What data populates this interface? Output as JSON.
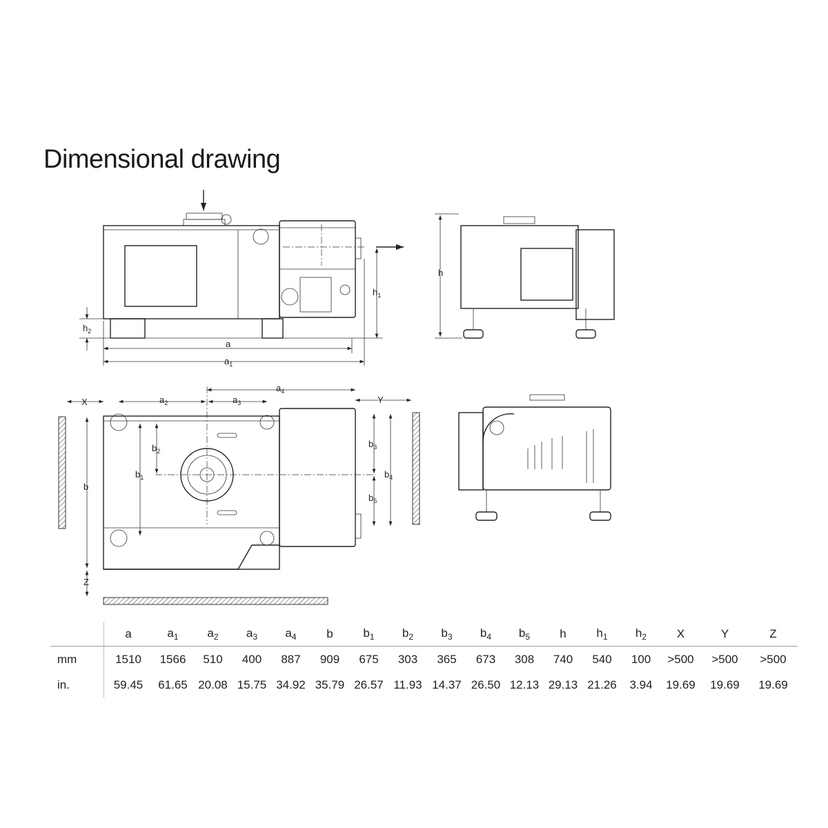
{
  "title": "Dimensional drawing",
  "drawing": {
    "a": {
      "base": "a",
      "sub": ""
    },
    "a1": {
      "base": "a",
      "sub": "1"
    },
    "a2": {
      "base": "a",
      "sub": "2"
    },
    "a3": {
      "base": "a",
      "sub": "3"
    },
    "a4": {
      "base": "a",
      "sub": "4"
    },
    "b": {
      "base": "b",
      "sub": ""
    },
    "b1": {
      "base": "b",
      "sub": "1"
    },
    "b2": {
      "base": "b",
      "sub": "2"
    },
    "b3": {
      "base": "b",
      "sub": "3"
    },
    "b4": {
      "base": "b",
      "sub": "4"
    },
    "b5": {
      "base": "b",
      "sub": "5"
    },
    "h": {
      "base": "h",
      "sub": ""
    },
    "h1": {
      "base": "h",
      "sub": "1"
    },
    "h2": {
      "base": "h",
      "sub": "2"
    },
    "X": {
      "base": "X",
      "sub": ""
    },
    "Y": {
      "base": "Y",
      "sub": ""
    },
    "Z": {
      "base": "Z",
      "sub": ""
    }
  },
  "table": {
    "columns": [
      {
        "base": "a",
        "sub": ""
      },
      {
        "base": "a",
        "sub": "1"
      },
      {
        "base": "a",
        "sub": "2"
      },
      {
        "base": "a",
        "sub": "3"
      },
      {
        "base": "a",
        "sub": "4"
      },
      {
        "base": "b",
        "sub": ""
      },
      {
        "base": "b",
        "sub": "1"
      },
      {
        "base": "b",
        "sub": "2"
      },
      {
        "base": "b",
        "sub": "3"
      },
      {
        "base": "b",
        "sub": "4"
      },
      {
        "base": "b",
        "sub": "5"
      },
      {
        "base": "h",
        "sub": ""
      },
      {
        "base": "h",
        "sub": "1"
      },
      {
        "base": "h",
        "sub": "2"
      },
      {
        "base": "X",
        "sub": ""
      },
      {
        "base": "Y",
        "sub": ""
      },
      {
        "base": "Z",
        "sub": ""
      }
    ],
    "rows": [
      {
        "unit": "mm",
        "values": [
          "1510",
          "1566",
          "510",
          "400",
          "887",
          "909",
          "675",
          "303",
          "365",
          "673",
          "308",
          "740",
          "540",
          "100",
          ">500",
          ">500",
          ">500"
        ]
      },
      {
        "unit": "in.",
        "values": [
          "59.45",
          "61.65",
          "20.08",
          "15.75",
          "34.92",
          "35.79",
          "26.57",
          "11.93",
          "14.37",
          "26.50",
          "12.13",
          "29.13",
          "21.26",
          "3.94",
          "19.69",
          "19.69",
          "19.69"
        ]
      }
    ]
  }
}
